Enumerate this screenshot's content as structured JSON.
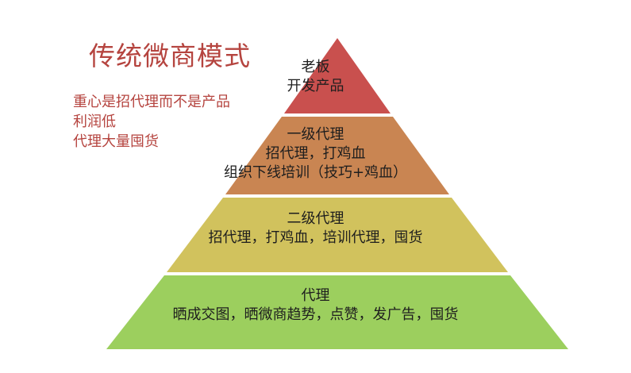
{
  "title": "传统微商模式",
  "notes": [
    "重心是招代理而不是产品",
    "利润低",
    "代理大量囤货"
  ],
  "tiers": [
    {
      "lines": [
        "老板",
        "开发产品"
      ],
      "color": "#c9504e"
    },
    {
      "lines": [
        "一级代理",
        "招代理，打鸡血",
        "组织下线培训（技巧+鸡血）"
      ],
      "color": "#c98552"
    },
    {
      "lines": [
        "二级代理",
        "招代理，打鸡血，培训代理，囤货"
      ],
      "color": "#d1c25d"
    },
    {
      "lines": [
        "代理",
        "晒成交图，晒微商趋势，点赞，发广告，囤货"
      ],
      "color": "#9ccf5e"
    }
  ]
}
